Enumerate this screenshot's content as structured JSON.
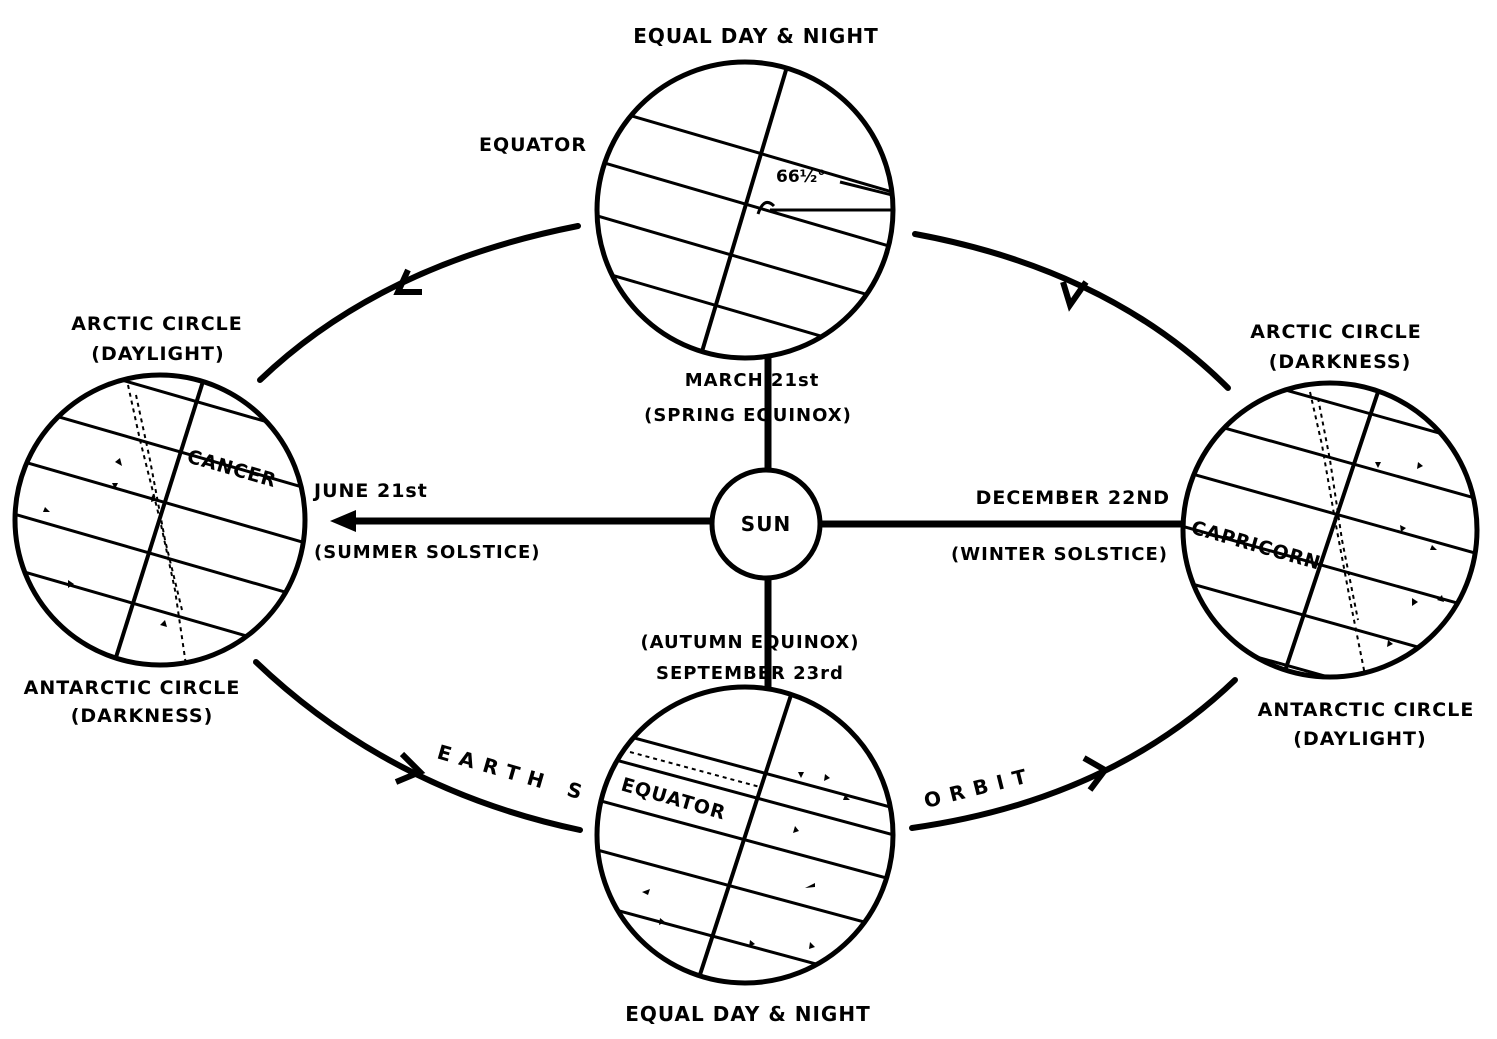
{
  "labels": {
    "top_equal": "EQUAL DAY & NIGHT",
    "top_equator": "EQUATOR",
    "top_angle": "66½°",
    "march": "MARCH 21st",
    "spring": "(SPRING EQUINOX)",
    "left_arctic": "ARCTIC CIRCLE",
    "left_arctic_sub": "(DAYLIGHT)",
    "cancer": "CANCER",
    "june": "JUNE 21st",
    "summer": "(SUMMER SOLSTICE)",
    "left_antarctic": "ANTARCTIC CIRCLE",
    "left_antarctic_sub": "(DARKNESS)",
    "sun": "SUN",
    "right_arctic": "ARCTIC CIRCLE",
    "right_arctic_sub": "(DARKNESS)",
    "december": "DECEMBER 22ND",
    "winter": "(WINTER SOLSTICE)",
    "capricorn": "CAPRICORN",
    "right_antarctic": "ANTARCTIC CIRCLE",
    "right_antarctic_sub": "(DAYLIGHT)",
    "autumn": "(AUTUMN EQUINOX)",
    "september": "SEPTEMBER 23rd",
    "bottom_equator": "EQUATOR",
    "bottom_equal": "EQUAL DAY & NIGHT",
    "orbit_left": "EARTH S",
    "orbit_right": "ORBIT"
  }
}
